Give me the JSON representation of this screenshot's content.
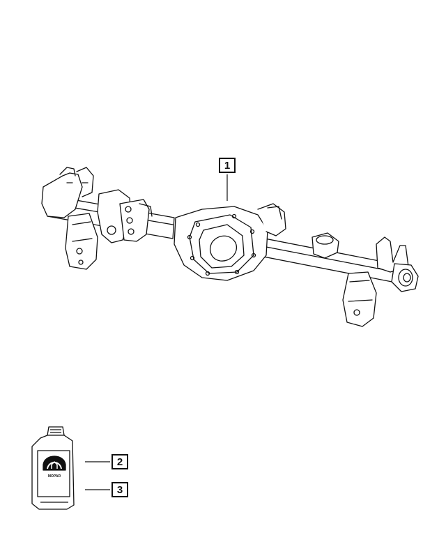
{
  "callouts": {
    "axle_assembly": "1",
    "fluid_item_a": "2",
    "fluid_item_b": "3"
  },
  "bottle": {
    "logo_text": "MOPAR"
  },
  "colors": {
    "line": "#111111",
    "background": "#ffffff"
  }
}
